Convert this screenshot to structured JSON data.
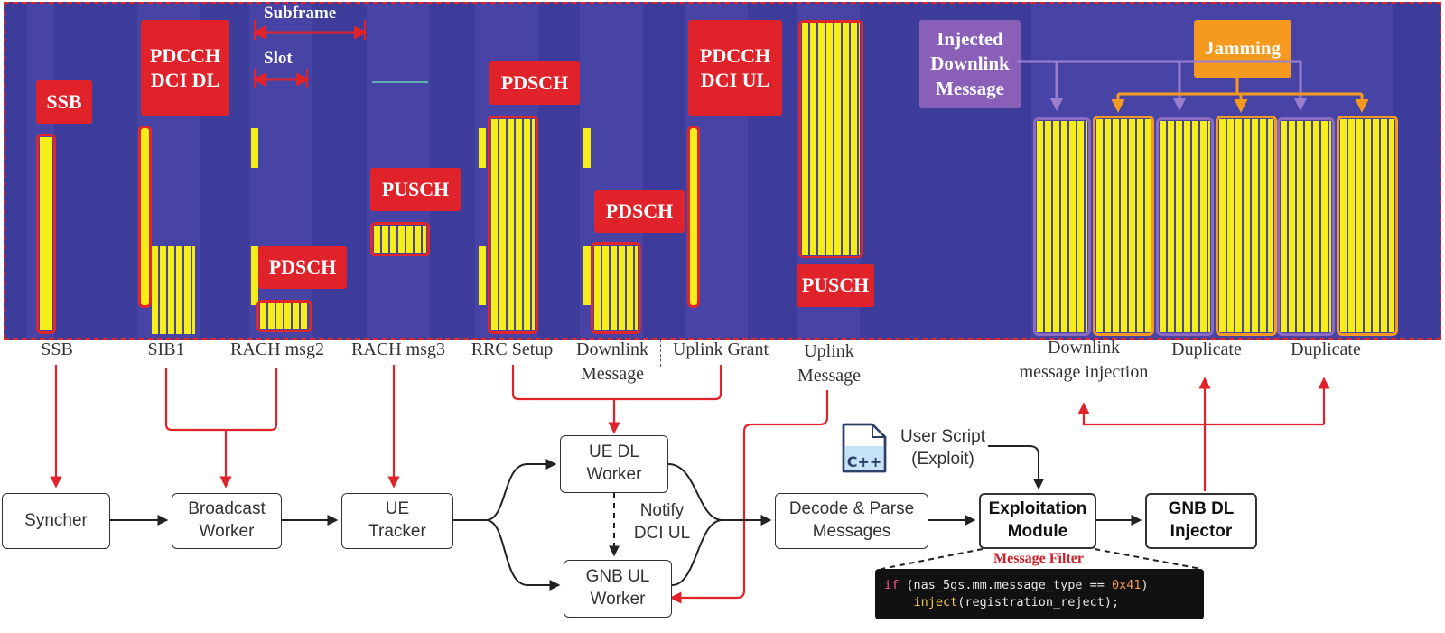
{
  "spectrum": {
    "labels": {
      "ssb": "SSB",
      "pdcch_dl": "PDCCH\nDCI DL",
      "subframe": "Subframe",
      "slot": "Slot",
      "pdsch_rach": "PDSCH",
      "pusch_rach": "PUSCH",
      "pdsch_rrc": "PDSCH",
      "pdsch_dl": "PDSCH",
      "pdcch_ul": "PDCCH\nDCI UL",
      "pusch_ul": "PUSCH",
      "injected": "Injected\nDownlink\nMessage",
      "jamming": "Jamming"
    },
    "colors": {
      "background": "#3e3c9a",
      "signal": "#f5ee1a",
      "label_red": "#e0232a",
      "jamming_orange": "#f59a1e",
      "injected_purple": "#8a5fb8"
    }
  },
  "captions": {
    "ssb": "SSB",
    "sib1": "SIB1",
    "rach2": "RACH msg2",
    "rach3": "RACH msg3",
    "rrc": "RRC Setup",
    "dl_msg": "Downlink\nMessage",
    "ul_grant": "Uplink Grant",
    "ul_msg": "Uplink\nMessage",
    "dl_inject": "Downlink\nmessage injection",
    "dup1": "Duplicate",
    "dup2": "Duplicate"
  },
  "flow": {
    "syncher": "Syncher",
    "broadcast": "Broadcast\nWorker",
    "ue_tracker": "UE\nTracker",
    "ue_dl": "UE DL\nWorker",
    "gnb_ul": "GNB UL\nWorker",
    "notify": "Notify\nDCI UL",
    "decode": "Decode & Parse\nMessages",
    "exploit": "Exploitation\nModule",
    "gnb_dl": "GNB DL\nInjector",
    "user_script": "User Script\n(Exploit)",
    "cpp_icon_text": "C++",
    "filter_title": "Message Filter"
  },
  "code": {
    "kw_if": "if",
    "cond_a": " (nas_5gs.mm.message_type == ",
    "hex": "0x41",
    "cond_b": ")",
    "indent": "    ",
    "fn": "inject",
    "arg": "(registration_reject);"
  },
  "icons": {
    "file_icon": "cpp-file-icon"
  }
}
